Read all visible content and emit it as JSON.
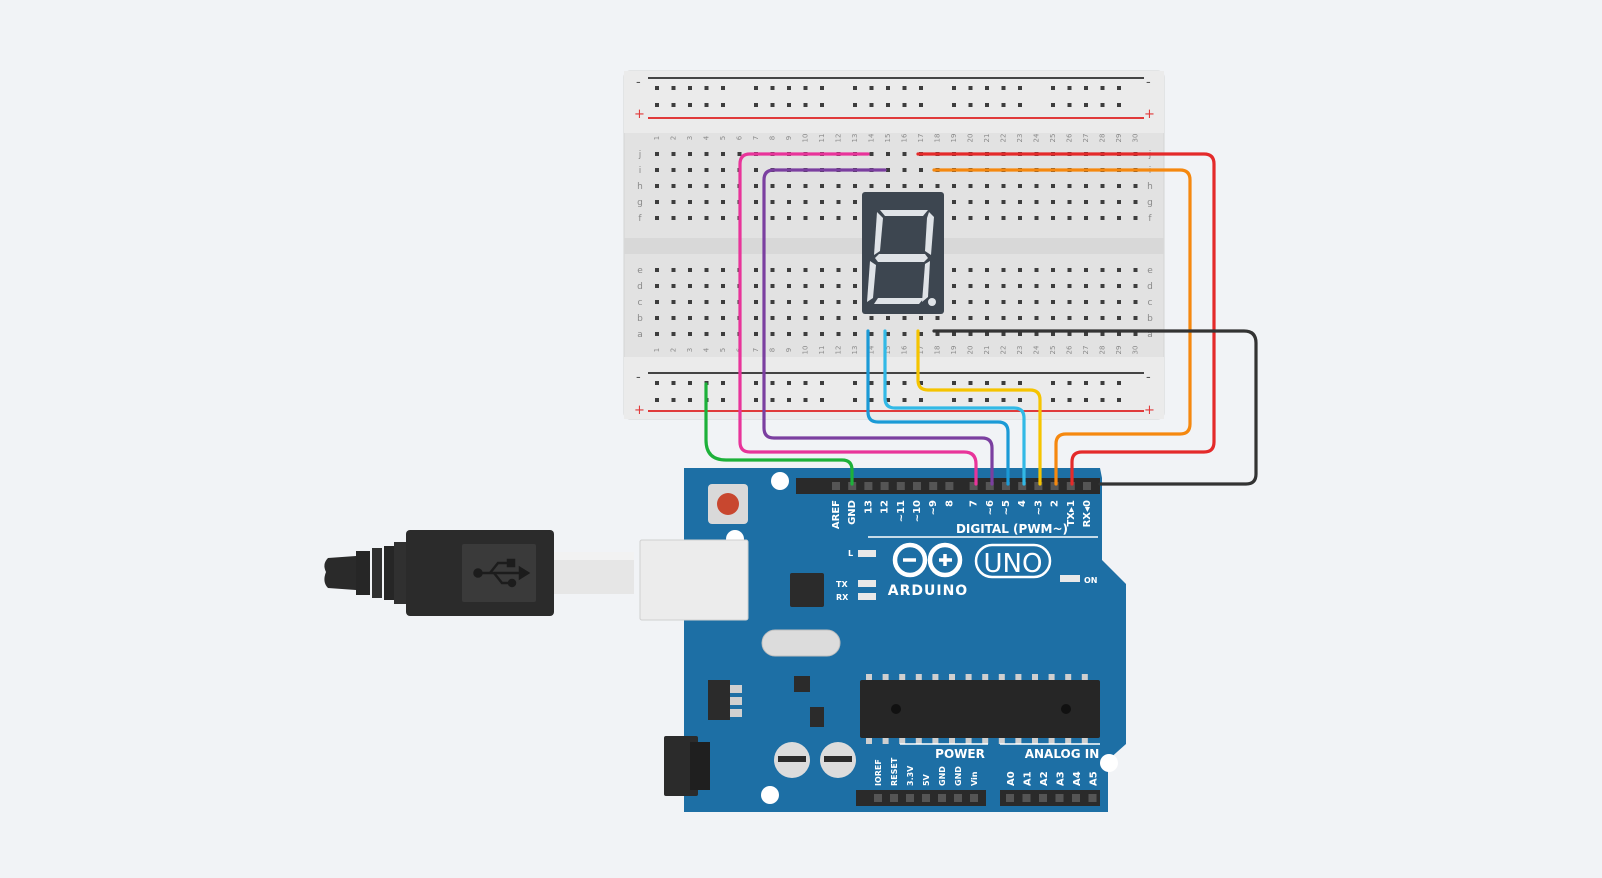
{
  "breadboard": {
    "rail_minus": "-",
    "rail_plus": "+",
    "column_numbers": [
      "1",
      "2",
      "3",
      "4",
      "5",
      "6",
      "7",
      "8",
      "9",
      "10",
      "11",
      "12",
      "13",
      "14",
      "15",
      "16",
      "17",
      "18",
      "19",
      "20",
      "21",
      "22",
      "23",
      "24",
      "25",
      "26",
      "27",
      "28",
      "29",
      "30"
    ],
    "rows_top": [
      "j",
      "i",
      "h",
      "g",
      "f"
    ],
    "rows_bottom": [
      "e",
      "d",
      "c",
      "b",
      "a"
    ]
  },
  "display": {
    "digit": "8"
  },
  "arduino": {
    "brand": "ARDUINO",
    "model": "UNO",
    "digital_header": "DIGITAL (PWM~)",
    "power_header": "POWER",
    "analog_header": "ANALOG IN",
    "digital_pins": [
      "AREF",
      "GND",
      "13",
      "12",
      "~11",
      "~10",
      "~9",
      "8",
      "7",
      "~6",
      "~5",
      "4",
      "~3",
      "2",
      "TX▸1",
      "RX◂0"
    ],
    "power_pins": [
      "IOREF",
      "RESET",
      "3.3V",
      "5V",
      "GND",
      "GND",
      "Vin"
    ],
    "analog_pins": [
      "A0",
      "A1",
      "A2",
      "A3",
      "A4",
      "A5"
    ],
    "led_l": "L",
    "led_tx": "TX",
    "led_rx": "RX",
    "led_on": "ON"
  },
  "colors": {
    "background": "#f1f3f6",
    "board": "#1d6fa5",
    "breadboard": "#e3e3e3",
    "wire_green": "#1db13a",
    "wire_pink": "#e8349a",
    "wire_purple": "#7b3fa0",
    "wire_blue": "#1b9ad6",
    "wire_cyan": "#32b9e6",
    "wire_yellow": "#f5c400",
    "wire_orange": "#f5880f",
    "wire_red": "#e42a2a",
    "wire_black": "#333333"
  }
}
